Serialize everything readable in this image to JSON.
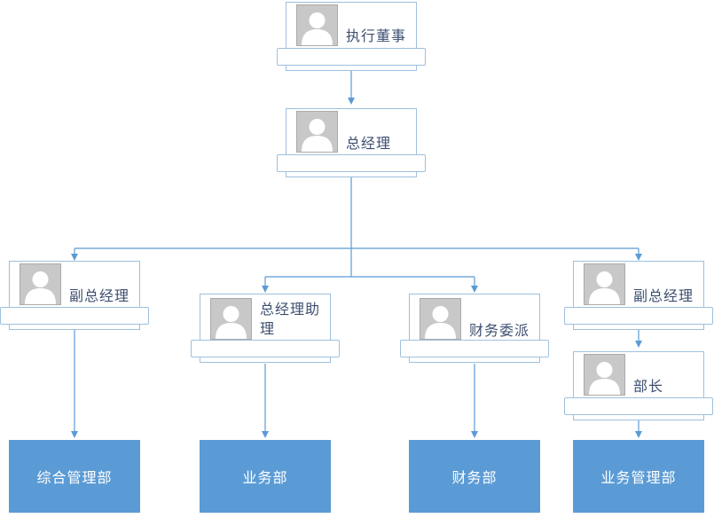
{
  "colors": {
    "connector": "#5b9bd5",
    "card_border": "#9ec0de",
    "department_fill": "#5b9bd5",
    "department_text": "#ffffff",
    "label_text": "#3d4f70",
    "photo_fill": "#c8c8c8"
  },
  "nodes": {
    "executive_director": {
      "title": "执行董事",
      "icon": "person-placeholder-icon"
    },
    "general_manager": {
      "title": "总经理",
      "icon": "person-placeholder-icon"
    },
    "deputy_gm_left": {
      "title": "副总经理",
      "icon": "person-placeholder-icon"
    },
    "gm_assistant": {
      "title": "总经理助理",
      "icon": "person-placeholder-icon"
    },
    "finance_delegate": {
      "title": "财务委派",
      "icon": "person-placeholder-icon"
    },
    "deputy_gm_right": {
      "title": "副总经理",
      "icon": "person-placeholder-icon"
    },
    "department_head": {
      "title": "部长",
      "icon": "person-placeholder-icon"
    }
  },
  "departments": {
    "general_admin": "综合管理部",
    "business": "业务部",
    "finance": "财务部",
    "business_management": "业务管理部"
  }
}
